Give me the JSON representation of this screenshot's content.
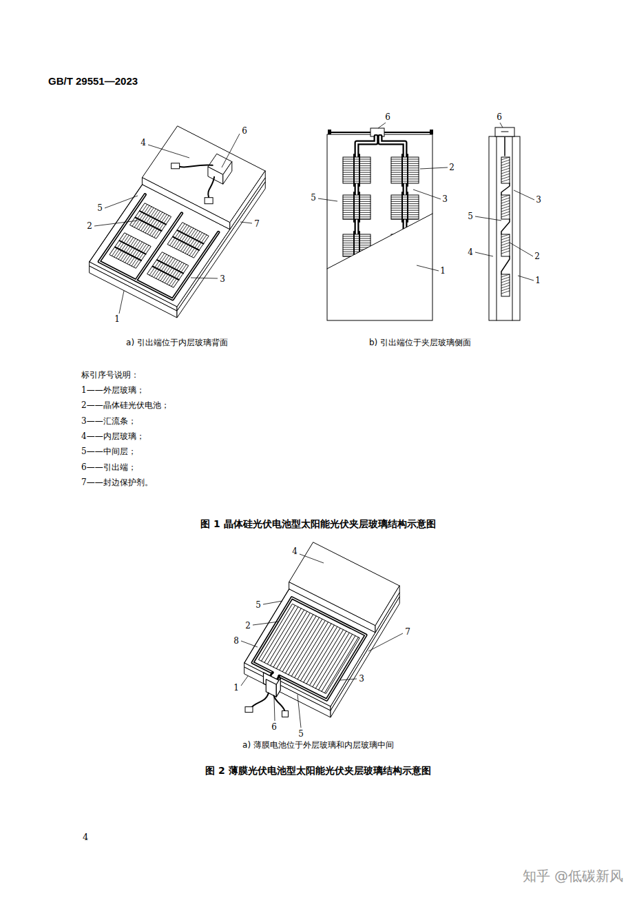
{
  "diagram": {
    "labels": [
      "GB/T 29551—2023",
      "4",
      "6",
      "5",
      "2",
      "3",
      "1",
      "7",
      "6",
      "2",
      "5",
      "3",
      "1",
      "6",
      "3",
      "5",
      "4",
      "2",
      "1",
      "a) 引出端位于内层玻璃背面",
      "b) 引出端位于夹层玻璃侧面",
      "标引序号说明：",
      "1——外层玻璃；",
      "2——晶体硅光伏电池；",
      "3——汇流条；",
      "4——内层玻璃；",
      "5——中间层；",
      "6——引出端；",
      "7——封边保护剂。",
      "图 1 晶体硅光伏电池型太阳能光伏夹层玻璃结构示意图",
      "4",
      "5",
      "2",
      "8",
      "7",
      "3",
      "1",
      "6",
      "5",
      "a) 薄膜电池位于外层玻璃和内层玻璃中间",
      "图 2 薄膜光伏电池型太阳能光伏夹层玻璃结构示意图",
      "4",
      "知乎 @低碳新风"
    ]
  }
}
